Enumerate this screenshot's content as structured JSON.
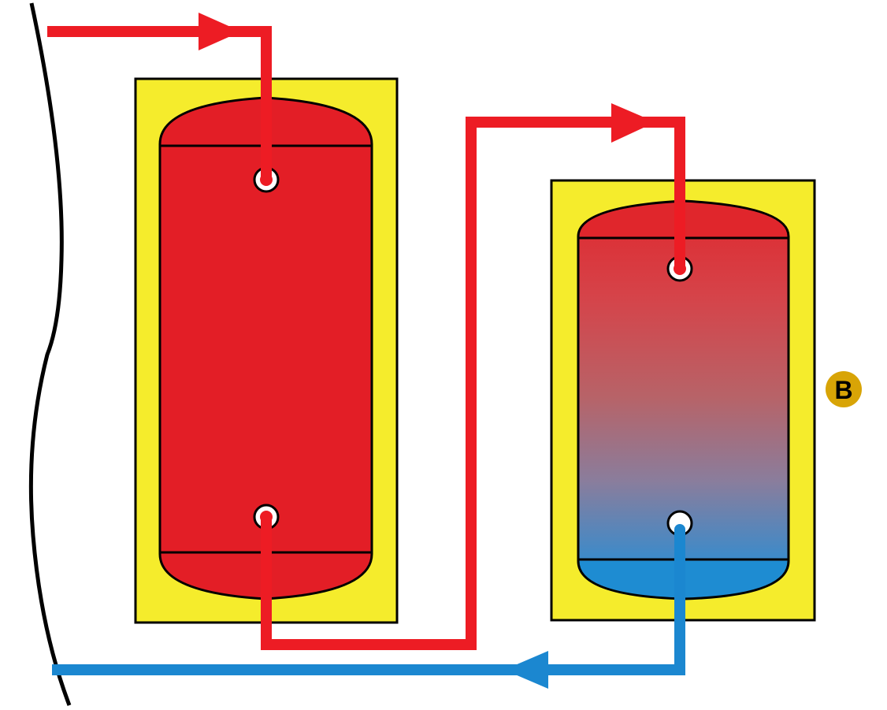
{
  "diagram": {
    "badge": {
      "label": "B",
      "fill_color": "#D8A406",
      "text_color": "#000000"
    },
    "colors": {
      "hot_pipe": "#ED1C24",
      "cold_pipe": "#1B87D0",
      "insulation": "#F5EC2C",
      "hot_tank": "#E31E26",
      "tank_gradient_top": "#E0262C",
      "tank_gradient_bottom": "#2F8FD2",
      "cold_tank_bottom": "#1E8CD2",
      "boundary_line": "#000000"
    },
    "components": [
      {
        "name": "supply-pipe",
        "label": ""
      },
      {
        "name": "buffer-tank",
        "label": ""
      },
      {
        "name": "transfer-pipe",
        "label": ""
      },
      {
        "name": "stratified-tank",
        "label": ""
      },
      {
        "name": "return-pipe",
        "label": ""
      }
    ]
  }
}
